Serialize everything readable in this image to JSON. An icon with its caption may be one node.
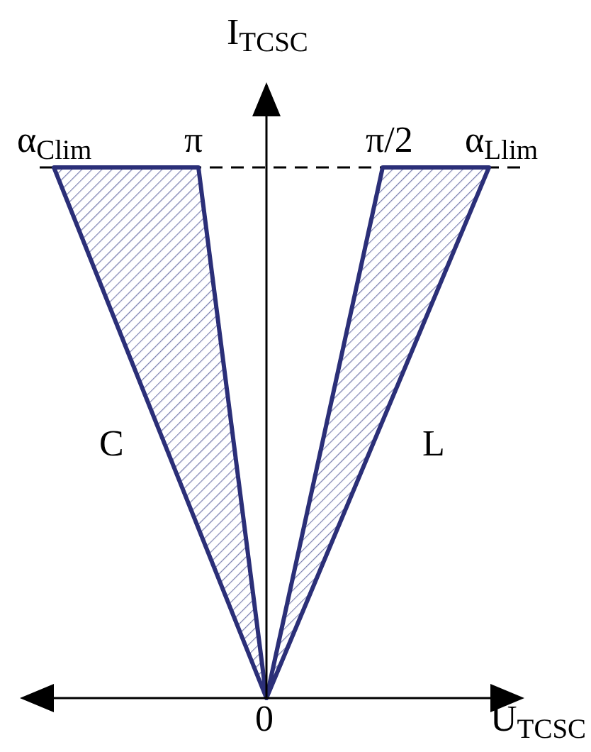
{
  "diagram": {
    "labels": [
      "I$_{TCSC}$",
      "α$_{Clim}$",
      "π",
      "π/2",
      "α$_{Llim}$",
      "C",
      "L",
      "0",
      "U$_{TCSC}$"
    ]
  }
}
